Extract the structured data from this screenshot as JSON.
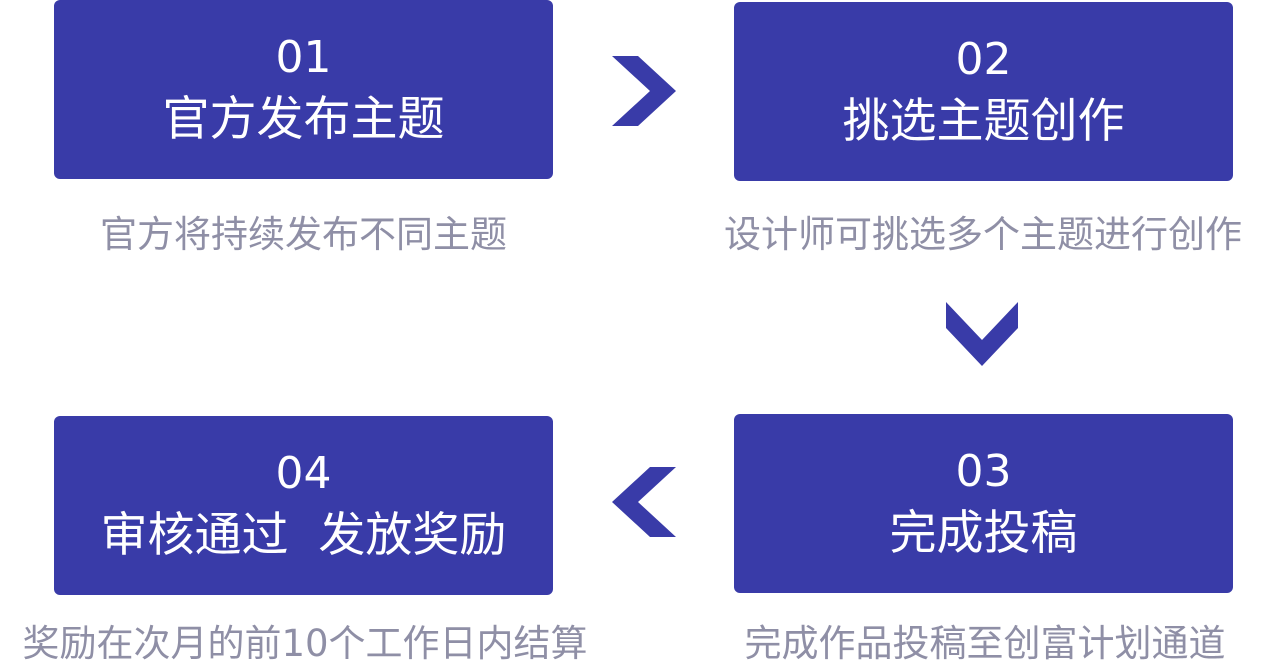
{
  "steps": [
    {
      "number": "01",
      "title": "官方发布主题",
      "description": "官方将持续发布不同主题"
    },
    {
      "number": "02",
      "title": "挑选主题创作",
      "description": "设计师可挑选多个主题进行创作"
    },
    {
      "number": "03",
      "title": "完成投稿",
      "description": "完成作品投稿至创富计划通道"
    },
    {
      "number": "04",
      "title": "审核通过  发放奖励",
      "description": "奖励在次月的前10个工作日内结算"
    }
  ],
  "colors": {
    "card_fill": "#393ba8",
    "card_text": "#ffffff",
    "description_text": "#8f8fa6",
    "arrow_fill": "#393ba8"
  },
  "arrows": [
    "chevron-right-icon",
    "chevron-down-icon",
    "chevron-left-icon"
  ]
}
